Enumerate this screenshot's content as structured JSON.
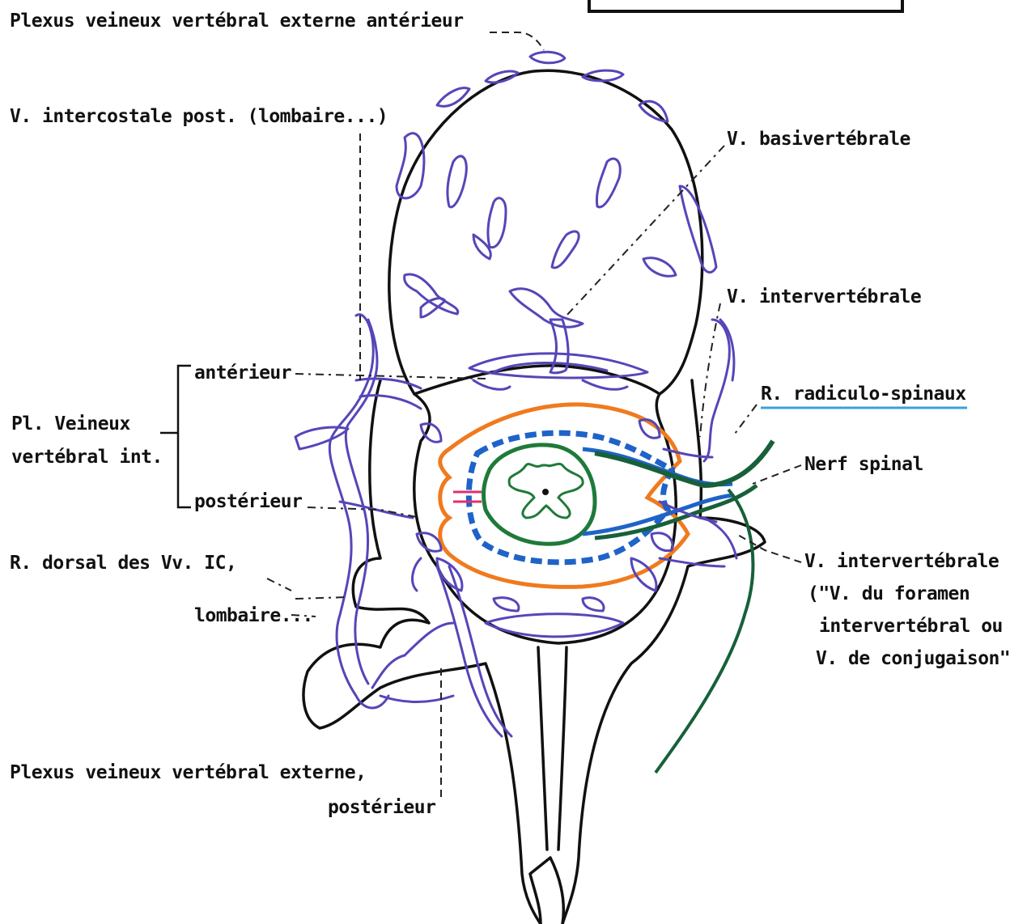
{
  "colors": {
    "vein": "#5546b8",
    "dura": "#f07a1e",
    "arachnoid": "#1e63c8",
    "cord": "#1f7a3a",
    "nerve": "#17603a",
    "ligament": "#e0306e",
    "plexus_fill": "#b7a8e6",
    "radiculo_underline": "#3aa0e0"
  },
  "labels": {
    "ext_ant_plexus": "Plexus veineux vertébral externe antérieur",
    "intercostal": "V. intercostale post. (lombaire...)",
    "basivertebral": "V. basivertébrale",
    "intervertebral_top": "V. intervertébrale",
    "int_plexus_line1": "Pl. Veineux",
    "int_plexus_line2": "vertébral int.",
    "int_plexus_ant": "antérieur",
    "int_plexus_post": "postérieur",
    "radiculo": "R. radiculo-spinaux",
    "spinal_nerve": "Nerf spinal",
    "dorsal_branch_line1": "R. dorsal des Vv. IC,",
    "dorsal_branch_line2": "lombaire...",
    "intervertebral_bottom_line1": "V. intervertébrale",
    "intervertebral_bottom_line2": "(\"V. du foramen",
    "intervertebral_bottom_line3": "intervertébral ou",
    "intervertebral_bottom_line4": "V. de conjugaison\"",
    "ext_post_plexus_line1": "Plexus veineux vertébral externe,",
    "ext_post_plexus_line2": "postérieur"
  }
}
